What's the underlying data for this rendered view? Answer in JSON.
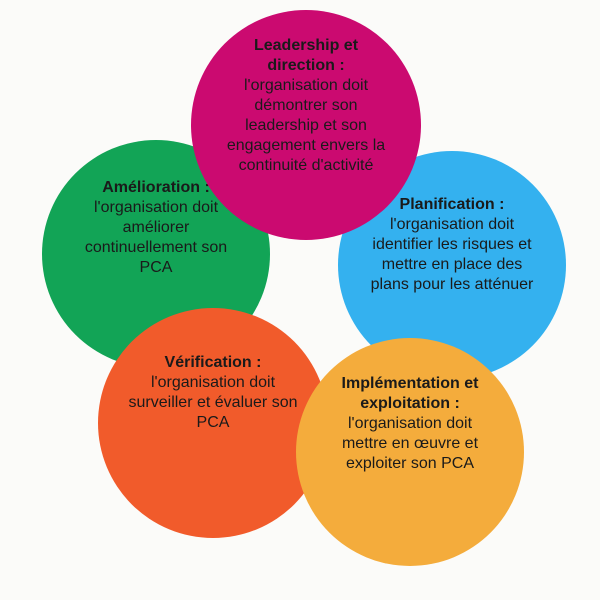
{
  "background": "#FBFBF9",
  "text_color": "#1A1A1A",
  "circles": [
    {
      "name": "leadership",
      "color": "#CB0A70",
      "title": "Leadership et\ndirection :",
      "body": "l'organisation doit\ndémontrer son\nleadership et son\nengagement envers la\ncontinuité d'activité"
    },
    {
      "name": "planification",
      "color": "#34B1EF",
      "title": "Planification :",
      "body": "l'organisation doit\nidentifier les risques et\nmettre en place des\nplans pour les atténuer"
    },
    {
      "name": "amelioration",
      "color": "#12A456",
      "title": "Amélioration :",
      "body": "l'organisation doit\naméliorer\ncontinuellement son\nPCA"
    },
    {
      "name": "verification",
      "color": "#F15B2B",
      "title": "Vérification :",
      "body": "l'organisation doit\nsurveiller et évaluer son\nPCA"
    },
    {
      "name": "implementation",
      "color": "#F4AC3C",
      "title": "Implémentation et\nexploitation :",
      "body": "l'organisation doit\nmettre en œuvre et\nexploiter son PCA"
    }
  ]
}
